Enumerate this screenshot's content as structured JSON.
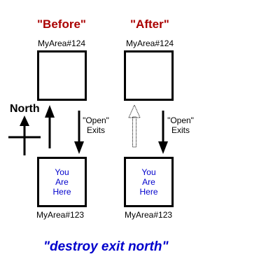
{
  "before": {
    "heading": "\"Before\"",
    "top_area": "MyArea#124",
    "bottom_area": "MyArea#123",
    "here_lines": [
      "You",
      "Are",
      "Here"
    ],
    "exit_label_lines": [
      "\"Open\"",
      "Exits"
    ]
  },
  "after": {
    "heading": "\"After\"",
    "top_area": "MyArea#124",
    "bottom_area": "MyArea#123",
    "here_lines": [
      "You",
      "Are",
      "Here"
    ],
    "exit_label_lines": [
      "\"Open\"",
      "Exits"
    ]
  },
  "compass": {
    "label": "North"
  },
  "command": "\"destroy exit north\"",
  "colors": {
    "heading": "#aa0000",
    "here_text": "#0000cc",
    "command": "#0000cc",
    "line": "#000000"
  }
}
